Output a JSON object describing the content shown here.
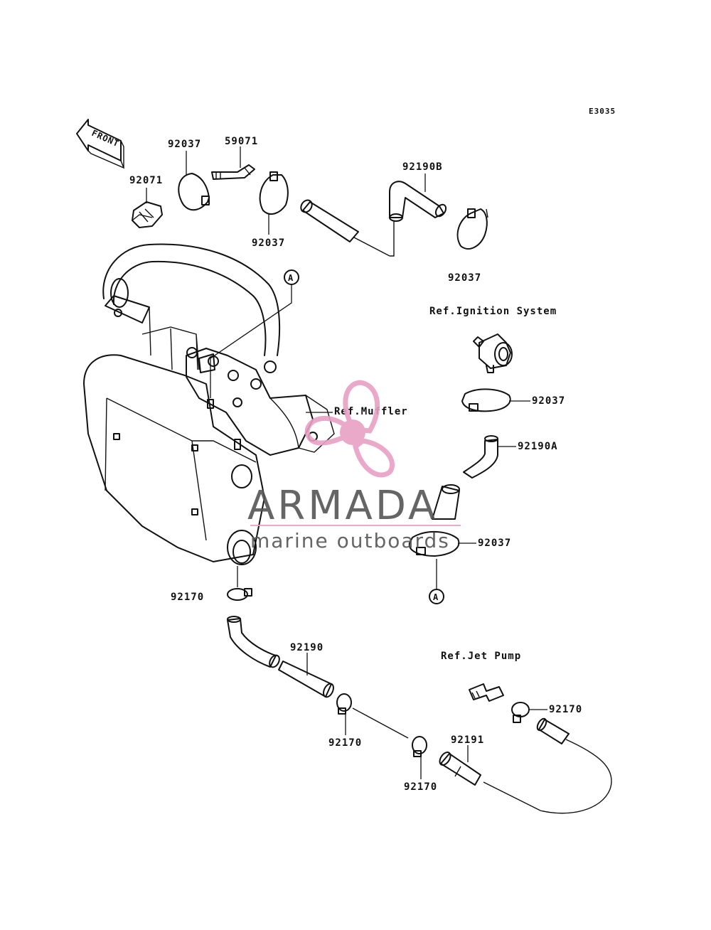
{
  "diagram_code": "E3035",
  "front_label": "FRONT",
  "callouts": [
    {
      "id": "p1",
      "label": "92037"
    },
    {
      "id": "p2",
      "label": "59071"
    },
    {
      "id": "p3",
      "label": "92071"
    },
    {
      "id": "p4",
      "label": "92190B"
    },
    {
      "id": "p5",
      "label": "92037"
    },
    {
      "id": "p6",
      "label": "92037"
    },
    {
      "id": "p7",
      "label": "Ref.Ignition System"
    },
    {
      "id": "p8",
      "label": "92037"
    },
    {
      "id": "p9",
      "label": "Ref.Muffler"
    },
    {
      "id": "p10",
      "label": "92190A"
    },
    {
      "id": "p11",
      "label": "92037"
    },
    {
      "id": "p12",
      "label": "92170"
    },
    {
      "id": "p13",
      "label": "92190"
    },
    {
      "id": "p14",
      "label": "Ref.Jet Pump"
    },
    {
      "id": "p15",
      "label": "92170"
    },
    {
      "id": "p16",
      "label": "92170"
    },
    {
      "id": "p17",
      "label": "92191"
    },
    {
      "id": "p18",
      "label": "92170"
    }
  ],
  "connector_marks": [
    "A",
    "A"
  ],
  "watermark": {
    "brand": "ARMADA",
    "tagline": "marine outboards",
    "accent_color": "#e8a0c4",
    "text_color": "#555555"
  }
}
